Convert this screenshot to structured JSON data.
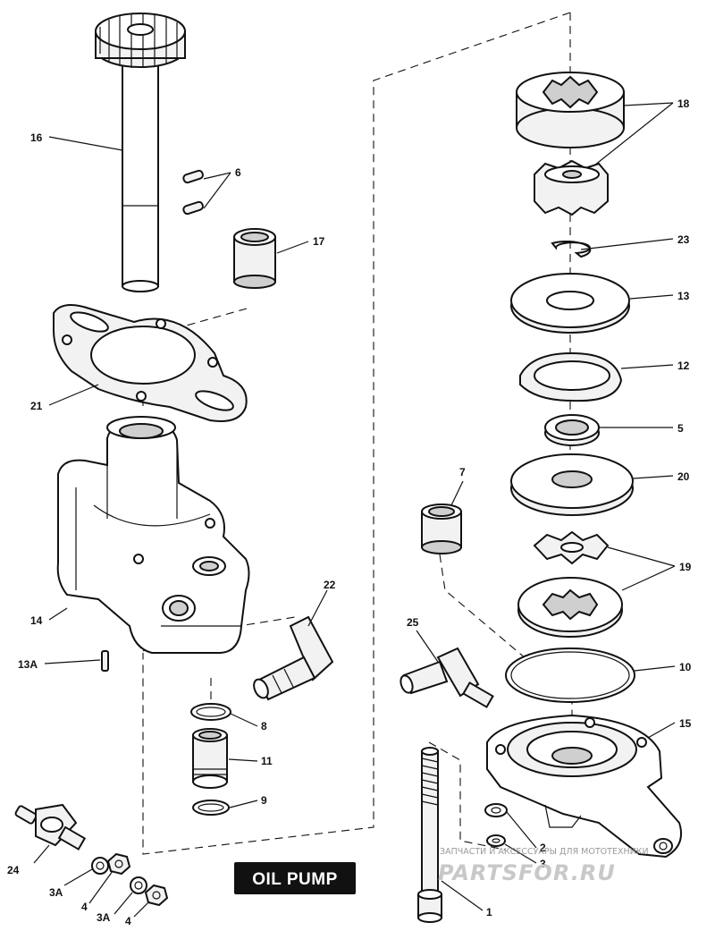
{
  "diagram": {
    "title": "OIL PUMP",
    "watermark": {
      "caption": "ЗАПЧАСТИ И АКСЕССУАРЫ ДЛЯ МОТОТЕХНИКИ",
      "logo": "PARTSFOR.RU"
    },
    "labels": {
      "p1": "1",
      "p2": "2",
      "p3": "3",
      "p3a_a": "3A",
      "p3a_b": "3A",
      "p4_a": "4",
      "p4_b": "4",
      "p5": "5",
      "p6": "6",
      "p7": "7",
      "p8": "8",
      "p9": "9",
      "p10": "10",
      "p11": "11",
      "p12": "12",
      "p13": "13",
      "p13a": "13A",
      "p14": "14",
      "p15": "15",
      "p16": "16",
      "p17": "17",
      "p18": "18",
      "p19": "19",
      "p20": "20",
      "p21": "21",
      "p22": "22",
      "p23": "23",
      "p24": "24",
      "p25": "25"
    }
  }
}
